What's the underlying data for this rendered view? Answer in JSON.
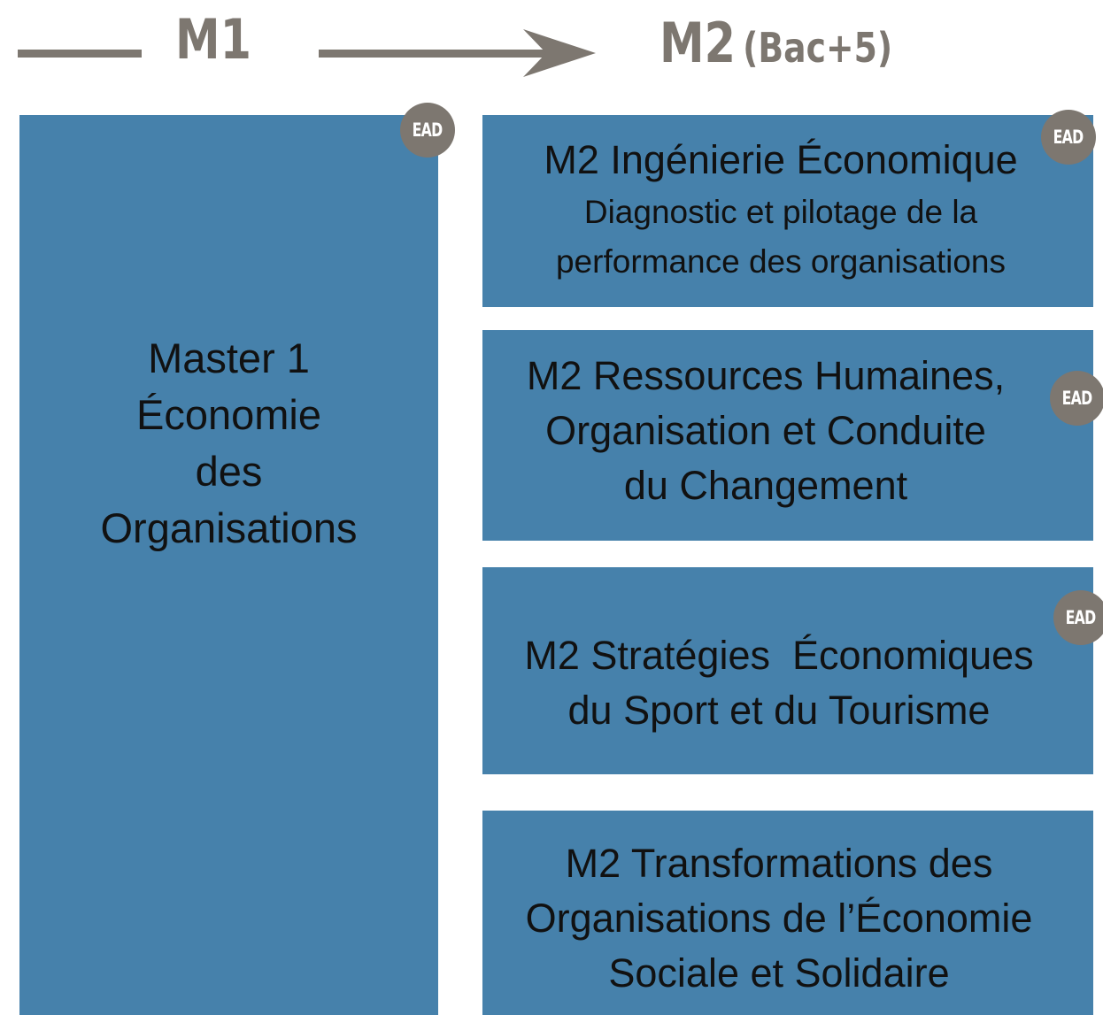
{
  "header": {
    "m1_label": "M1",
    "m2_label": "M2",
    "m2_sublabel": "(Bac+5)",
    "color": "#7d7770"
  },
  "colors": {
    "box_fill": "#4681ab",
    "badge_fill": "#7d7770"
  },
  "m1": {
    "lines": [
      "Master 1",
      "Économie",
      "des",
      "Organisations"
    ],
    "badge": "EAD"
  },
  "m2_programs": [
    {
      "title": "M2 Ingénierie Économique",
      "subtitle_lines": [
        "Diagnostic et pilotage de la",
        "performance des organisations"
      ],
      "badge": "EAD"
    },
    {
      "title_lines": [
        "M2 Ressources Humaines,",
        "Organisation et Conduite",
        "du Changement"
      ],
      "badge": "EAD"
    },
    {
      "title_lines": [
        "M2 Stratégies  Économiques",
        "du Sport et du Tourisme"
      ],
      "badge": "EAD"
    },
    {
      "title_lines": [
        "M2 Transformations des",
        "Organisations de l’Économie",
        "Sociale et Solidaire"
      ]
    }
  ]
}
